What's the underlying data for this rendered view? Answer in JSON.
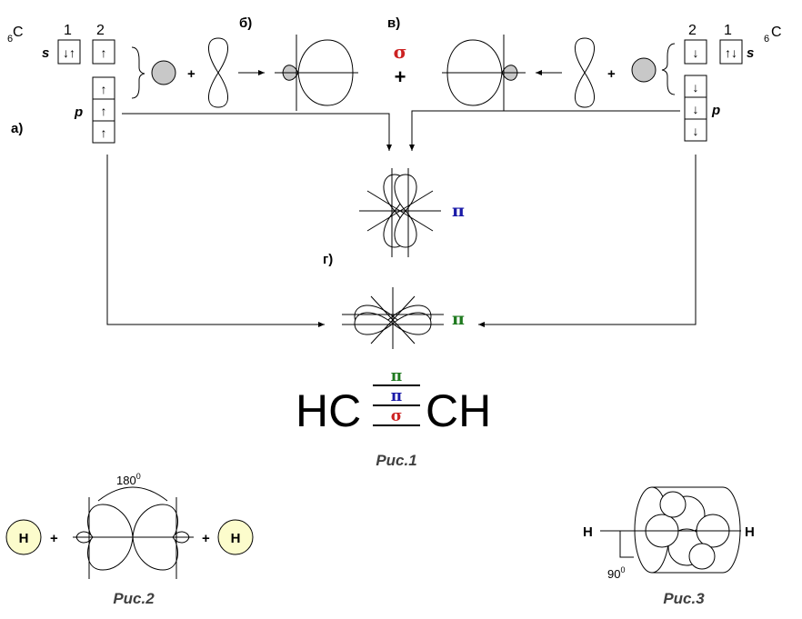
{
  "left_atom": {
    "element": "C",
    "z": "6",
    "s_label": "s",
    "p_label": "p",
    "col1": "1",
    "col2": "2",
    "s_box": "↓↑",
    "s2_box": "↑",
    "p_boxes": [
      "↑",
      "↑",
      "↑"
    ]
  },
  "right_atom": {
    "element": "C",
    "z": "6",
    "s_label": "s",
    "p_label": "p",
    "col1": "1",
    "col2": "2",
    "s_box": "↑↓",
    "s2_box": "↓",
    "p_boxes": [
      "↓",
      "↓",
      "↓"
    ]
  },
  "labels": {
    "a": "а)",
    "b": "б)",
    "v": "в)",
    "g": "г)",
    "plus": "+"
  },
  "bonds": {
    "sigma": "σ",
    "pi": "π",
    "sigma_color": "#cc2222",
    "pi_vertical_color": "#1a1aa8",
    "pi_horizontal_color": "#1f7a1f"
  },
  "formula": {
    "left": "HC",
    "right": "CH",
    "bond_symbols": [
      "π",
      "π",
      "σ"
    ]
  },
  "fig1": {
    "caption": "Рис.1"
  },
  "fig2": {
    "caption": "Рис.2",
    "angle": "180",
    "angle_sup": "0",
    "h_left": "H",
    "h_right": "H",
    "plus": "+"
  },
  "fig3": {
    "caption": "Рис.3",
    "angle": "90",
    "angle_sup": "0",
    "h_left": "H",
    "h_right": "H"
  }
}
